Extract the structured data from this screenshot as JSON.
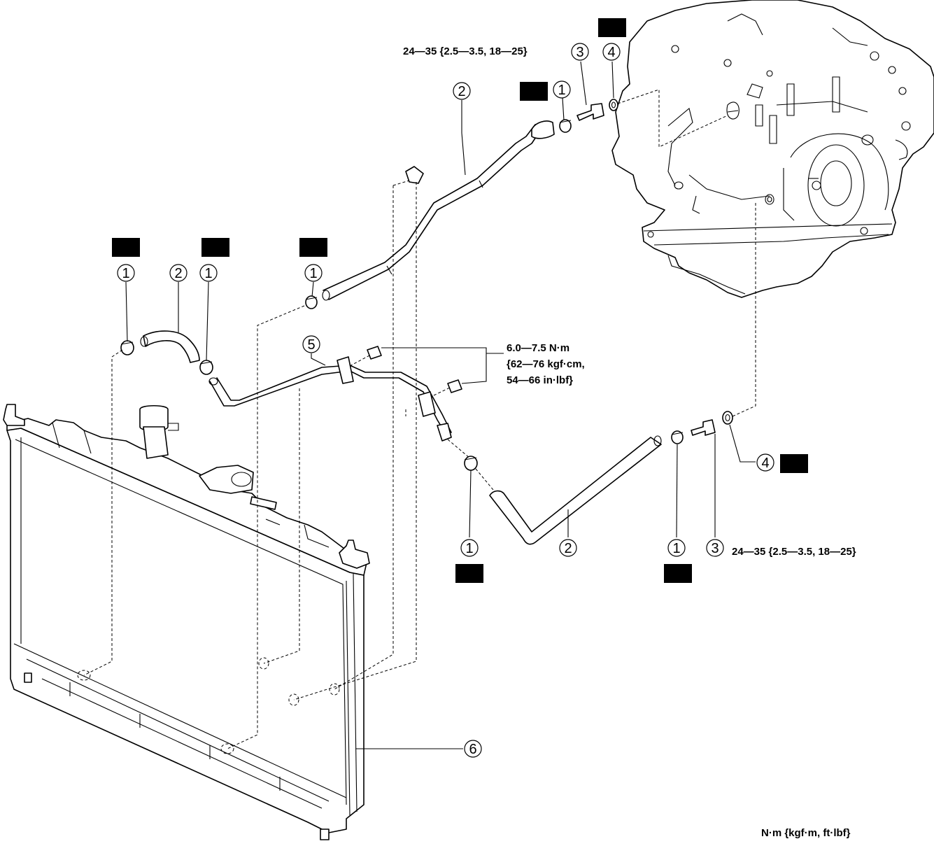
{
  "callouts": {
    "c1": "1",
    "c2": "2",
    "c3": "3",
    "c4": "4",
    "c5": "5",
    "c6": "6"
  },
  "torque": {
    "bolt_top": "24—35 {2.5—3.5, 18—25}",
    "bracket_line1": "6.0—7.5 N·m",
    "bracket_line2": "{62—76 kgf·cm,",
    "bracket_line3": "54—66 in·lbf}",
    "bolt_bottom": "24—35 {2.5—3.5, 18—25}"
  },
  "units_note": "N·m {kgf·m, ft·lbf}"
}
